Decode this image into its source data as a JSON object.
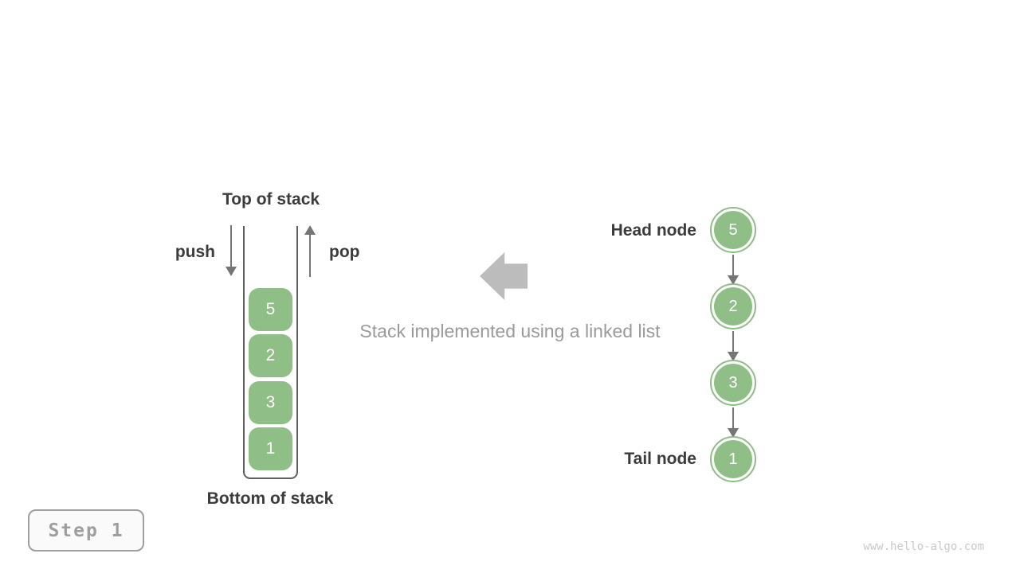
{
  "diagram": {
    "stack": {
      "top_label": "Top of stack",
      "bottom_label": "Bottom of stack",
      "push_label": "push",
      "pop_label": "pop",
      "elements": [
        "5",
        "2",
        "3",
        "1"
      ]
    },
    "center": {
      "caption": "Stack implemented using a linked list"
    },
    "linked_list": {
      "head_label": "Head node",
      "tail_label": "Tail node",
      "nodes": [
        "5",
        "2",
        "3",
        "1"
      ]
    },
    "step_badge": {
      "label": "Step 1"
    },
    "watermark": {
      "text": "www.hello-algo.com"
    },
    "colors": {
      "node_green": "#8fbe87",
      "arrow_gray": "#757575",
      "block_arrow_gray": "#bcbcbc",
      "caption_gray": "#9a9a9a",
      "label_dark": "#3b3b3b",
      "badge_gray": "#9e9e9e"
    }
  }
}
